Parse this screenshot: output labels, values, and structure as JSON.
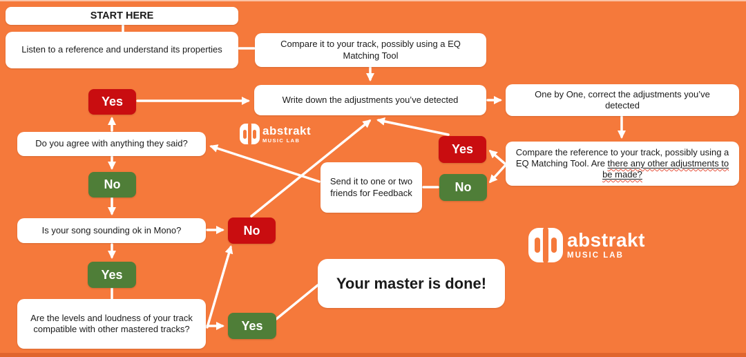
{
  "flowchart": {
    "start_label": "START HERE",
    "steps": {
      "listen": "Listen to a reference and understand its properties",
      "compare_track": "Compare it to your track, possibly using a EQ Matching Tool",
      "write_down": "Write down the adjustments you’ve detected",
      "one_by_one": "One by One, correct the adjustments you’ve detected",
      "compare_reference_prefix": "Compare the reference to your track, possibly using a EQ Matching Tool. Are ",
      "compare_reference_underlined": "there any other adjustments to be made?",
      "send_friends": "Send it to one or two friends for Feedback",
      "do_you_agree": "Do you agree with anything they said?",
      "mono": "Is your song sounding ok in Mono?",
      "levels": "Are the levels and loudness of your track compatible with other mastered tracks?",
      "done": "Your master is done!"
    },
    "answers": {
      "yes": "Yes",
      "no": "No"
    }
  },
  "logo": {
    "name": "abstrakt",
    "subtitle": "MUSIC LAB"
  },
  "colors": {
    "background": "#F5793B",
    "box": "#FFFFFF",
    "answer_red": "#C90D10",
    "answer_green": "#4F7E38",
    "connector": "#FFFFFF",
    "text": "#1A1A1A",
    "squiggle_underline": "#E8503A",
    "bottom_strip": "#E0652D"
  }
}
